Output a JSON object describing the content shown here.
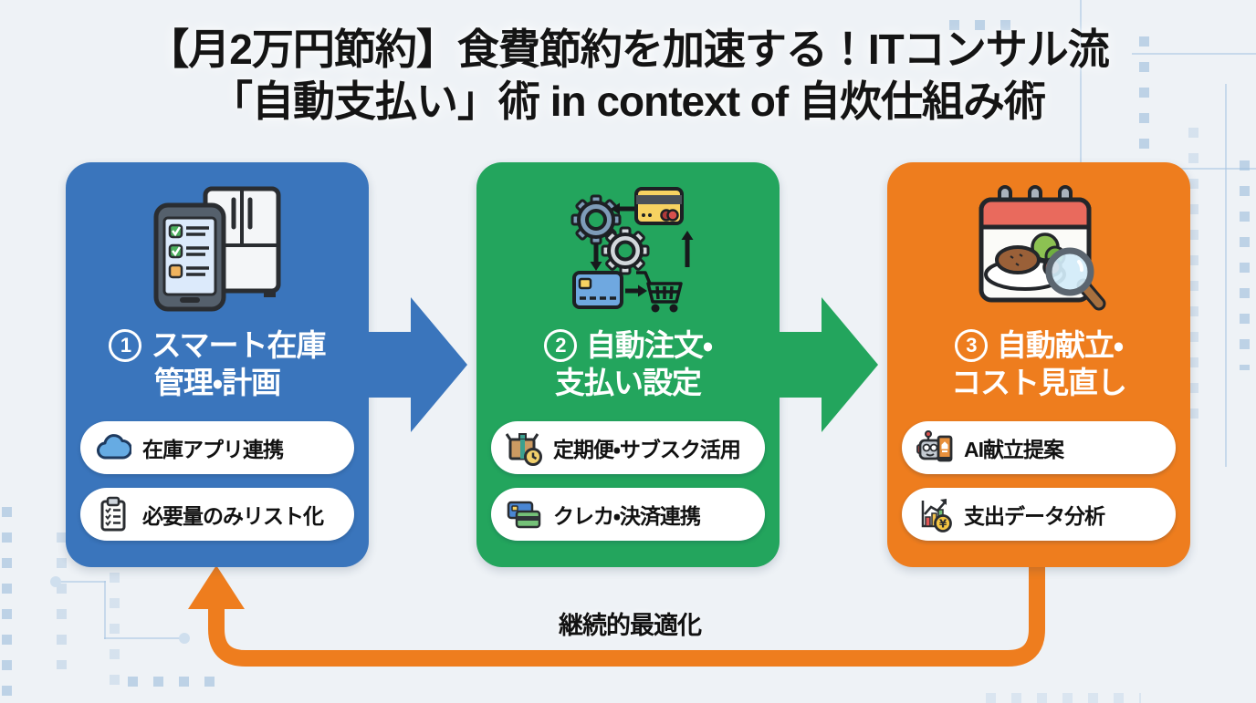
{
  "header": {
    "title_line1": "【月2万円節約】食費節約を加速する！ITコンサル流",
    "title_line2": "「自動支払い」術 in context of 自炊仕組み術"
  },
  "colors": {
    "background": "#eef2f6",
    "title_text": "#141414",
    "step1": "#3a75bc",
    "step2": "#23a55d",
    "step3": "#ee7d1e",
    "step_title_text": "#ffffff",
    "pill_background": "#ffffff",
    "pill_text": "#111111",
    "loop": "#ee7d1e"
  },
  "steps": [
    {
      "number": "1",
      "title_line1": "スマート在庫",
      "title_line2": "管理・計画",
      "icon": "smartphone-checklist-refrigerator-icon",
      "pills": [
        {
          "icon": "cloud-icon",
          "label": "在庫アプリ連携"
        },
        {
          "icon": "clipboard-checklist-icon",
          "label": "必要量のみリスト化"
        }
      ]
    },
    {
      "number": "2",
      "title_line1": "自動注文・",
      "title_line2": "支払い設定",
      "icon": "gears-cards-cart-icon",
      "pills": [
        {
          "icon": "subscription-box-icon",
          "label": "定期便・サブスク活用"
        },
        {
          "icon": "credit-cards-icon",
          "label": "クレカ・決済連携"
        }
      ]
    },
    {
      "number": "3",
      "title_line1": "自動献立・",
      "title_line2": "コスト見直し",
      "icon": "meal-calendar-magnifier-icon",
      "pills": [
        {
          "icon": "robot-cookbook-icon",
          "label": "AI献立提案"
        },
        {
          "icon": "spending-chart-icon",
          "label": "支出データ分析"
        }
      ]
    }
  ],
  "flow": {
    "loop_label": "継続的最適化"
  }
}
